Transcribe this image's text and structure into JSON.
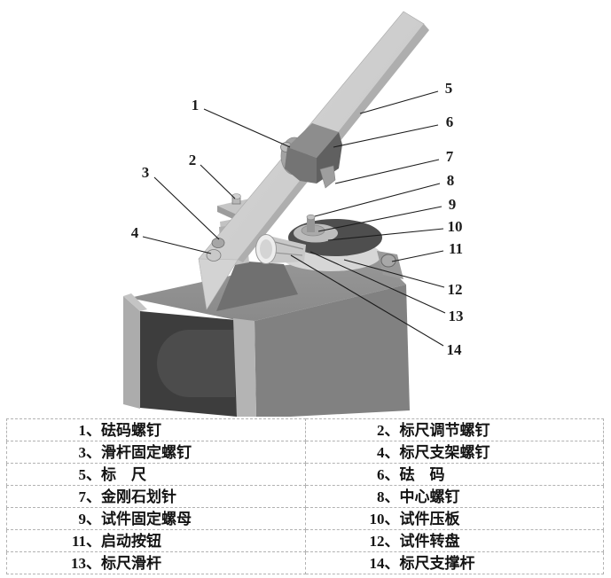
{
  "colors": {
    "background": "#ffffff",
    "ruler": "#cdcdcd",
    "weight_block": "#6a6a6a",
    "base_top": "#8f8f8f",
    "base_side": "#828282",
    "motor_cylinder": "#4c4c4c",
    "turntable_dark": "#4e4e4e",
    "turntable_ring": "#d6d6d6",
    "leader_line": "#1c1c1c",
    "table_border": "#b2b2b2",
    "text": "#141414"
  },
  "diagram": {
    "callouts": [
      "1",
      "2",
      "3",
      "4",
      "5",
      "6",
      "7",
      "8",
      "9",
      "10",
      "11",
      "12",
      "13",
      "14"
    ]
  },
  "table": {
    "separator": "、",
    "rows": [
      {
        "left": {
          "num": "1",
          "label": "砝码螺钉"
        },
        "right": {
          "num": "2",
          "label": "标尺调节螺钉"
        }
      },
      {
        "left": {
          "num": "3",
          "label": "滑杆固定螺钉"
        },
        "right": {
          "num": "4",
          "label": "标尺支架螺钉"
        }
      },
      {
        "left": {
          "num": "5",
          "label": "标　尺"
        },
        "right": {
          "num": "6",
          "label": "砝　码"
        }
      },
      {
        "left": {
          "num": "7",
          "label": "金刚石划针"
        },
        "right": {
          "num": "8",
          "label": "中心螺钉"
        }
      },
      {
        "left": {
          "num": "9",
          "label": "试件固定螺母"
        },
        "right": {
          "num": "10",
          "label": "试件压板"
        }
      },
      {
        "left": {
          "num": "11",
          "label": "启动按钮"
        },
        "right": {
          "num": "12",
          "label": "试件转盘"
        }
      },
      {
        "left": {
          "num": "13",
          "label": "标尺滑杆"
        },
        "right": {
          "num": "14",
          "label": "标尺支撑杆"
        }
      }
    ]
  }
}
